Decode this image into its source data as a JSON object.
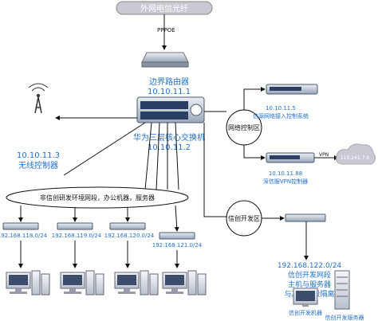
{
  "isp_fiber": {
    "label": "外网电信光纤"
  },
  "pppoe": {
    "label": "PPPOE"
  },
  "border_router": {
    "name": "边界路由器",
    "ip": "10.10.11.1"
  },
  "core_switch": {
    "name": "华为三层核心交换机",
    "ip": "10.10.11.2"
  },
  "wireless_controller": {
    "ip": "10.10.11.3",
    "name": "无线控制器"
  },
  "network_control_zone": {
    "label": "网络控制区"
  },
  "access_controller": {
    "ip": "10.10.11.5",
    "name": "信源网络接入控制系统"
  },
  "vpn_device": {
    "ip": "10.10.11.88",
    "name": "深信服VPN控制器"
  },
  "vpn_link": {
    "label": "VPN"
  },
  "cloud": {
    "ip": "119.241.7.8"
  },
  "non_xinchuang_zone": {
    "label": "非信创研发环境网段，办公机器，服务器"
  },
  "xinchuang_zone": {
    "label": "信创开发区"
  },
  "subnets": [
    {
      "cidr": "192.168.118.0/24"
    },
    {
      "cidr": "192.168.119.0/24"
    },
    {
      "cidr": "192.168.120.0/24"
    },
    {
      "cidr": "192.168.121.0/24"
    }
  ],
  "xinchuang_subnet": {
    "cidr": "192.168.122.0/24",
    "line2": "信创开发网段",
    "line3": "主机与服务器",
    "line4": "与其他网段隔离"
  },
  "xinchuang_dev_machine": {
    "label": "信创开发机器"
  },
  "xinchuang_dev_server": {
    "label": "信创开发服务器"
  },
  "colors": {
    "line": "#111111",
    "accent": "#1e6fd0",
    "device": "#9aa7b8",
    "fiber": "#c9c9d3"
  }
}
